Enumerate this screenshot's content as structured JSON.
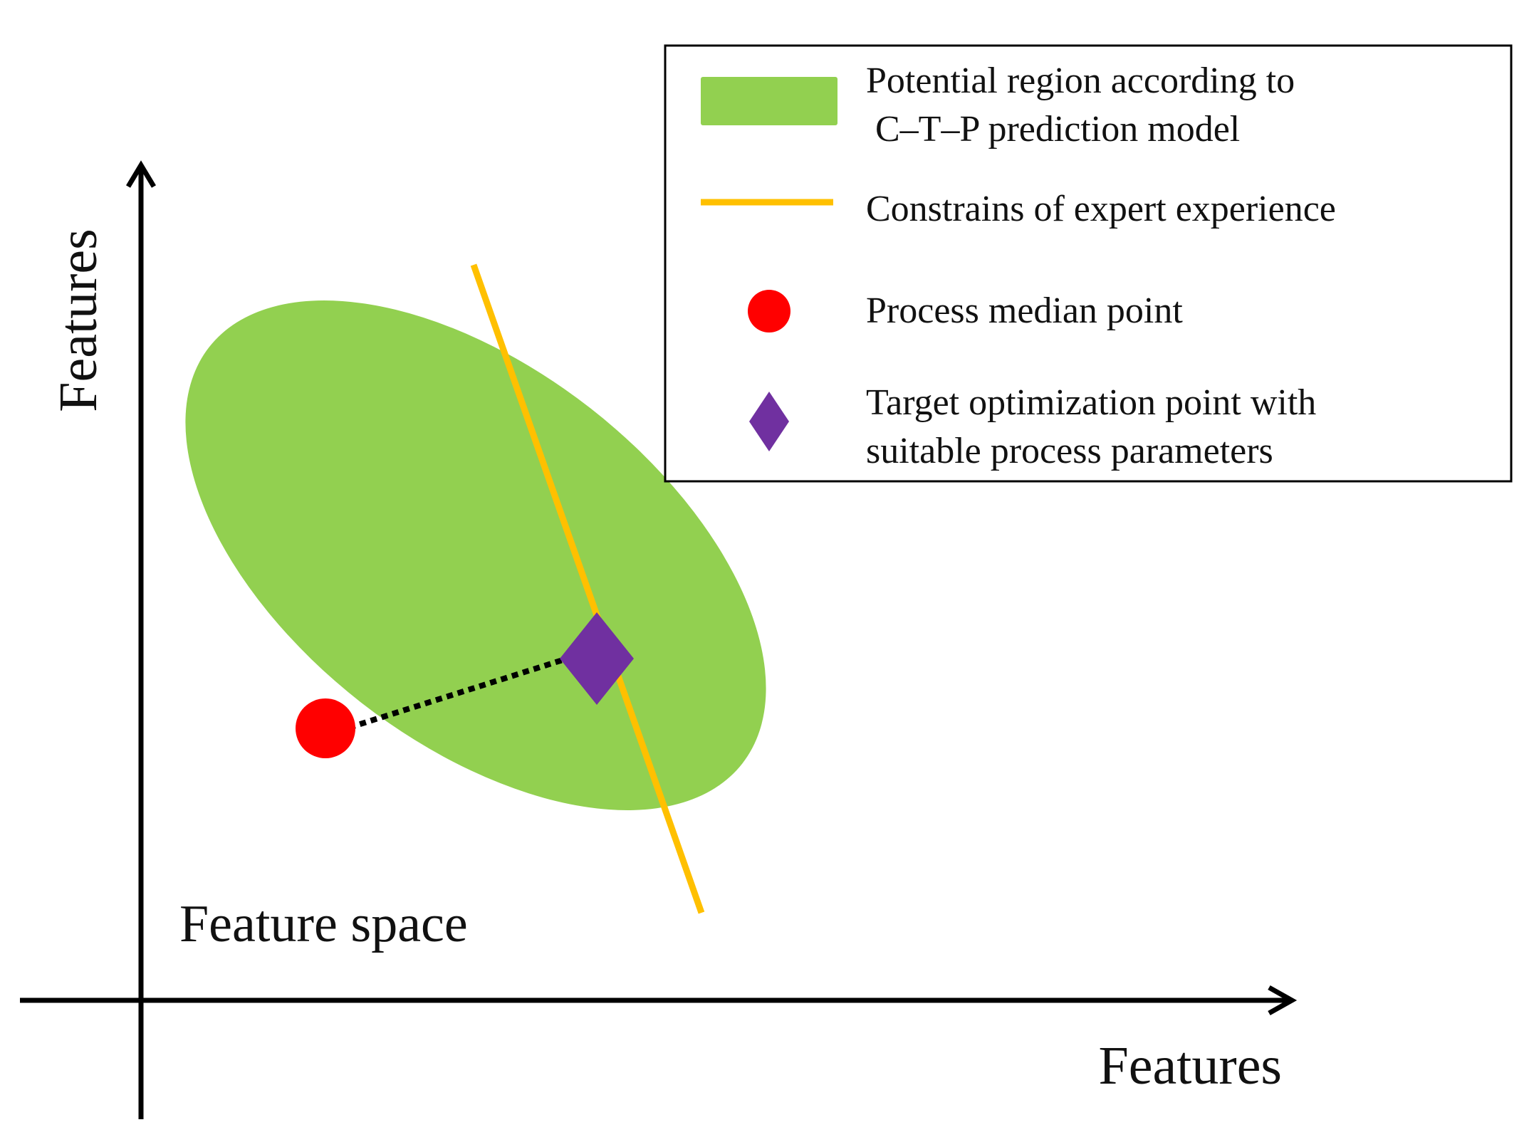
{
  "axes": {
    "x_label": "Features",
    "y_label": "Features"
  },
  "region_label": "Feature space",
  "legend": {
    "items": [
      {
        "key": "potential-region",
        "lines": [
          "Potential region according to",
          " C–T–P prediction model"
        ],
        "color": "#92D050"
      },
      {
        "key": "constraint-line",
        "lines": [
          "Constrains of expert experience"
        ],
        "color": "#FFC000"
      },
      {
        "key": "median-point",
        "lines": [
          "Process median point"
        ],
        "color": "#FF0000"
      },
      {
        "key": "target-point",
        "lines": [
          "Target optimization point with",
          "suitable process parameters"
        ],
        "color": "#7030A0"
      }
    ]
  },
  "colors": {
    "axis": "#000000",
    "region": "#92D050",
    "constraint": "#FFC000",
    "median": "#FF0000",
    "target": "#7030A0",
    "connector": "#000000"
  }
}
